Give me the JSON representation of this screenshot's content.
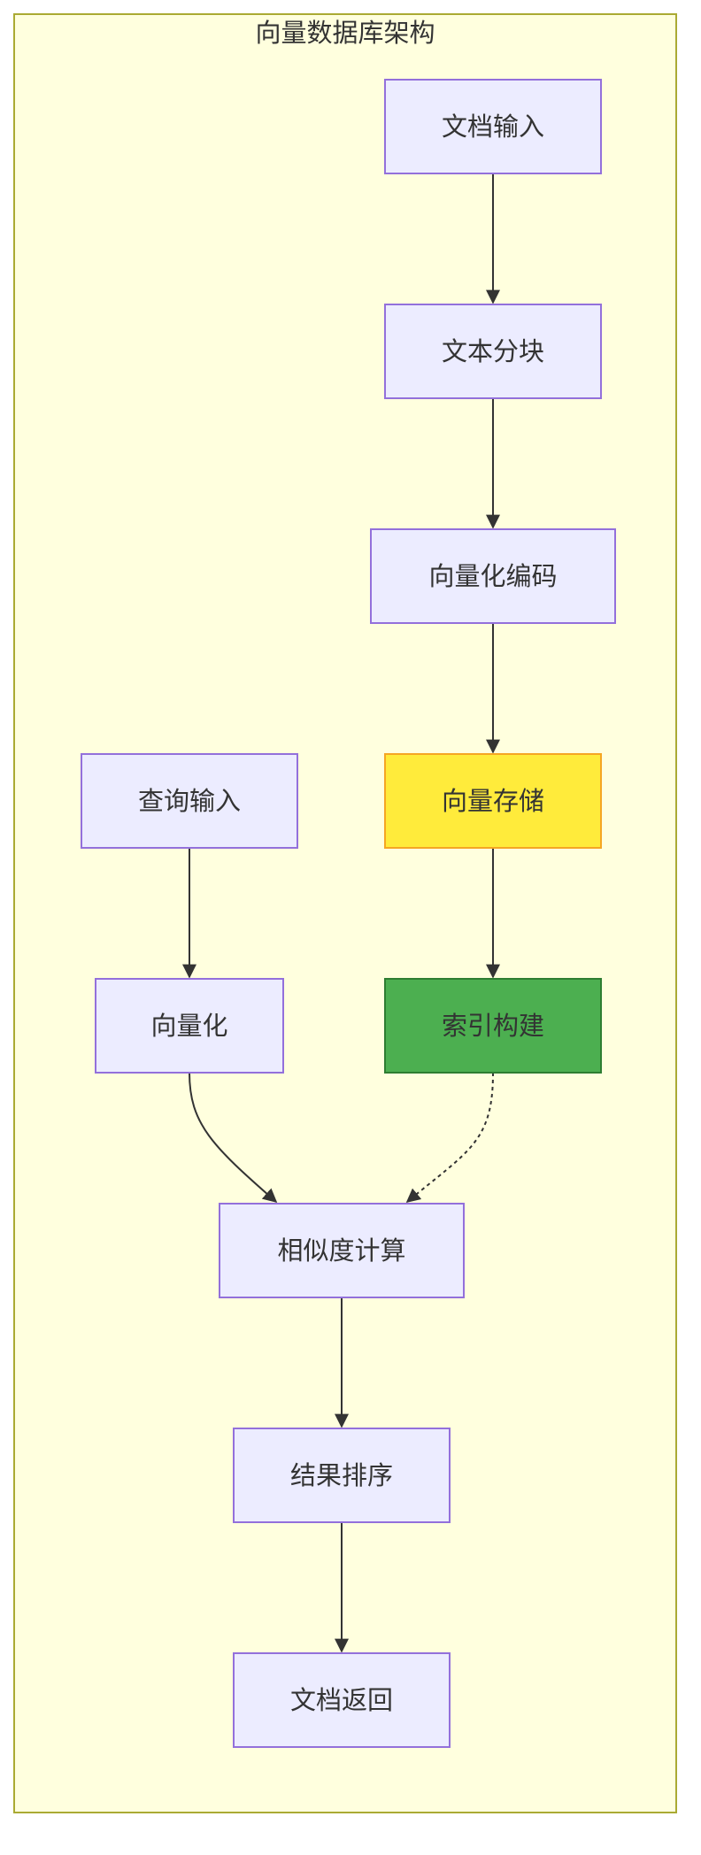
{
  "cluster": {
    "title": "向量数据库架构"
  },
  "nodes": {
    "doc_input": {
      "label": "文档输入"
    },
    "text_chunk": {
      "label": "文本分块"
    },
    "vector_encode": {
      "label": "向量化编码"
    },
    "vector_store": {
      "label": "向量存储"
    },
    "index_build": {
      "label": "索引构建"
    },
    "query_input": {
      "label": "查询输入"
    },
    "vectorize": {
      "label": "向量化"
    },
    "similarity": {
      "label": "相似度计算"
    },
    "rank": {
      "label": "结果排序"
    },
    "doc_return": {
      "label": "文档返回"
    }
  },
  "colors": {
    "cluster_fill": "#ffffde",
    "cluster_stroke": "#aaaa33",
    "node_fill": "#ececff",
    "node_stroke": "#9370db",
    "store_fill": "#ffeb3b",
    "store_stroke": "#f5a623",
    "index_fill": "#4caf50",
    "index_stroke": "#2e7d32",
    "edge": "#333333"
  }
}
